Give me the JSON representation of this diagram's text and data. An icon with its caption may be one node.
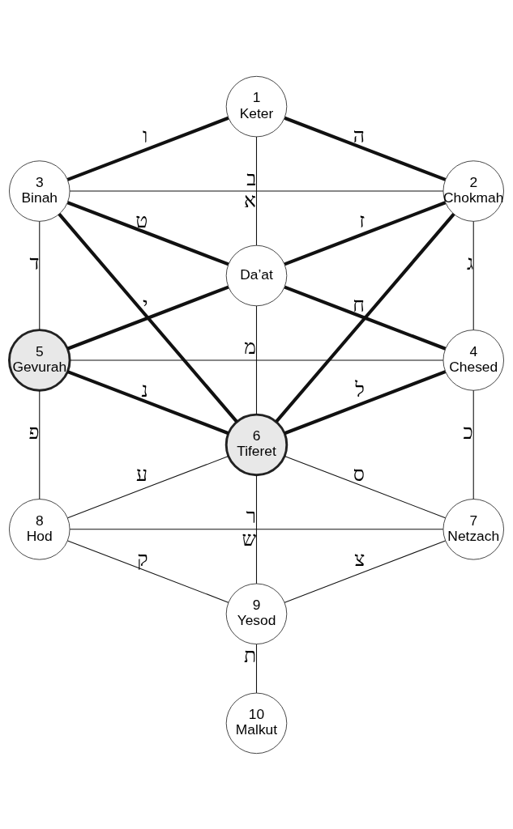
{
  "diagram": {
    "nodes": [
      {
        "text": [
          "1",
          "Keter"
        ]
      },
      {
        "text": [
          "3",
          "Binah"
        ]
      },
      {
        "text": [
          "2",
          "Chokmah"
        ]
      },
      {
        "text": [
          "Da’at"
        ]
      },
      {
        "text": [
          "5",
          "Gevurah"
        ]
      },
      {
        "text": [
          "4",
          "Chesed"
        ]
      },
      {
        "text": [
          "6",
          "Tiferet"
        ]
      },
      {
        "text": [
          "8",
          "Hod"
        ]
      },
      {
        "text": [
          "7",
          "Netzach"
        ]
      },
      {
        "text": [
          "9",
          "Yesod"
        ]
      },
      {
        "text": [
          "10",
          "Malkut"
        ]
      }
    ],
    "edges": [
      {
        "from": 0,
        "to": 1,
        "arrow": "none",
        "label": "ו",
        "style": "thick"
      },
      {
        "from": 0,
        "to": 2,
        "arrow": "none",
        "label": "ה",
        "style": "thick"
      },
      {
        "from": 1,
        "to": 2,
        "arrow": "none",
        "label": "א"
      },
      {
        "from": 0,
        "to": 3,
        "arrow": "none",
        "label": "ב"
      },
      {
        "from": 1,
        "to": 3,
        "arrow": "none",
        "label": "ט",
        "style": "thick"
      },
      {
        "from": 2,
        "to": 3,
        "arrow": "none",
        "label": "ז",
        "style": "thick"
      },
      {
        "from": 1,
        "to": 4,
        "arrow": "none",
        "label": "ד"
      },
      {
        "from": 1,
        "to": 6,
        "arrow": "none",
        "label": "י",
        "style": "thick"
      },
      {
        "from": 2,
        "to": 6,
        "arrow": "none",
        "label": "ח",
        "style": "thick"
      },
      {
        "from": 2,
        "to": 5,
        "arrow": "none",
        "label": "ג"
      },
      {
        "from": 3,
        "to": 4,
        "arrow": "none",
        "style": "thick"
      },
      {
        "from": 3,
        "to": 5,
        "arrow": "none",
        "style": "thick"
      },
      {
        "from": 3,
        "to": 6,
        "arrow": "none"
      },
      {
        "from": 4,
        "to": 5,
        "arrow": "none",
        "label": "מ"
      },
      {
        "from": 4,
        "to": 6,
        "arrow": "none",
        "label": "נ",
        "style": "thick"
      },
      {
        "from": 5,
        "to": 6,
        "arrow": "none",
        "label": "ל",
        "style": "thick"
      },
      {
        "from": 4,
        "to": 7,
        "arrow": "none",
        "label": "פ"
      },
      {
        "from": 5,
        "to": 8,
        "arrow": "none",
        "label": "כ"
      },
      {
        "from": 6,
        "to": 7,
        "arrow": "none",
        "label": "ע"
      },
      {
        "from": 6,
        "to": 8,
        "arrow": "none",
        "label": "ס"
      },
      {
        "from": 6,
        "to": 9,
        "arrow": "none",
        "label": "ר"
      },
      {
        "from": 7,
        "to": 8,
        "arrow": "none",
        "label": "ש"
      },
      {
        "from": 7,
        "to": 9,
        "arrow": "none",
        "label": "ק"
      },
      {
        "from": 8,
        "to": 9,
        "arrow": "none",
        "label": "צ"
      },
      {
        "from": 9,
        "to": 10,
        "arrow": "none",
        "label": "ת"
      }
    ]
  }
}
